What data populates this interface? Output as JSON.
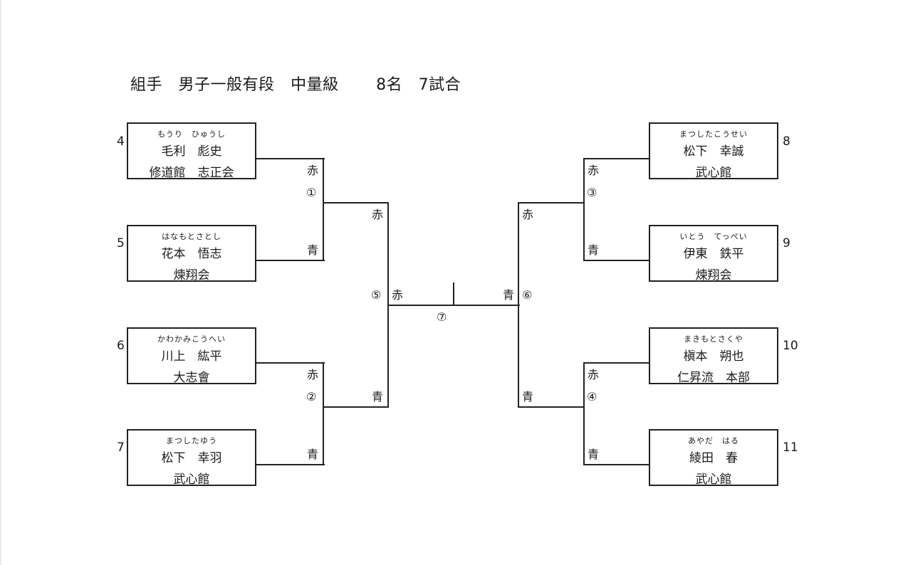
{
  "title": {
    "event": "組手",
    "category": "男子一般有段",
    "weight_class": "中量級",
    "participants": "8名",
    "matches": "7試合"
  },
  "labels": {
    "red": "赤",
    "blue": "青"
  },
  "match_numbers": [
    "①",
    "②",
    "③",
    "④",
    "⑤",
    "⑥",
    "⑦"
  ],
  "competitors": [
    {
      "seed": "4",
      "furigana": "もうり　ひゅうし",
      "name": "毛利　彪史",
      "dojo": "修道館　志正会"
    },
    {
      "seed": "5",
      "furigana": "はなもとさとし",
      "name": "花本　悟志",
      "dojo": "煉翔会"
    },
    {
      "seed": "6",
      "furigana": "かわかみこうへい",
      "name": "川上　紘平",
      "dojo": "大志會"
    },
    {
      "seed": "7",
      "furigana": "まつしたゆう",
      "name": "松下　幸羽",
      "dojo": "武心館"
    },
    {
      "seed": "8",
      "furigana": "まつしたこうせい",
      "name": "松下　幸誠",
      "dojo": "武心館"
    },
    {
      "seed": "9",
      "furigana": "いとう　てっぺい",
      "name": "伊東　鉄平",
      "dojo": "煉翔会"
    },
    {
      "seed": "10",
      "furigana": "まきもとさくや",
      "name": "槇本　朔也",
      "dojo": "仁昇流　本部"
    },
    {
      "seed": "11",
      "furigana": "あやだ　はる",
      "name": "綾田　春",
      "dojo": "武心館"
    }
  ]
}
